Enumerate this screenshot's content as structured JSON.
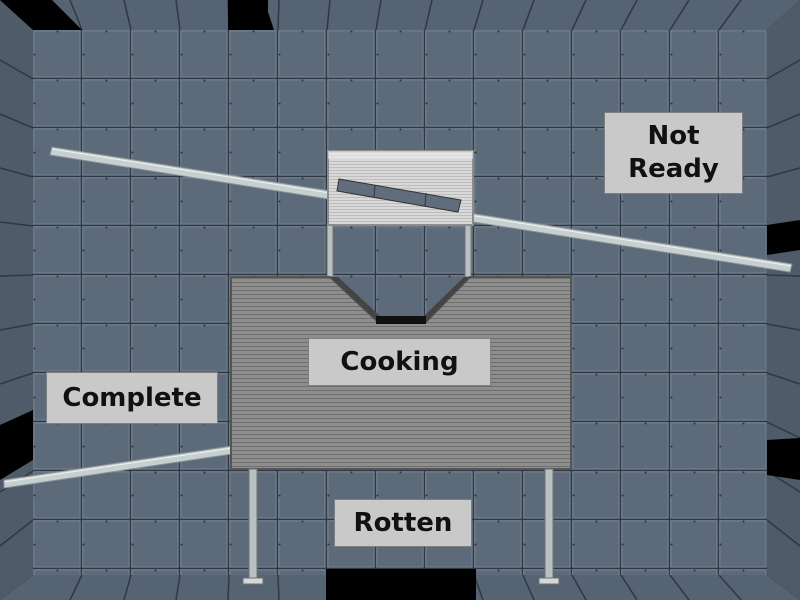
{
  "scene": {
    "title": "",
    "colors": {
      "tile": "#5f6d7c",
      "tile_edge": "#3c4753",
      "tile_highlight": "#7b8896",
      "wall_dark": "#4a5563",
      "metal_panel": "#8a8a8a",
      "metal_light": "#d6d6d6",
      "rail": "#c7d0d0",
      "label_bg": "#c9c9c9",
      "void": "#000000"
    }
  },
  "labels": {
    "not_ready": "Not\nReady",
    "cooking": "Cooking",
    "complete": "Complete",
    "rotten": "Rotten"
  },
  "objects": {
    "mixer_icon": "mixer-box-icon",
    "funnel_icon": "funnel-machine-icon",
    "rail_icon": "metal-rail-icon"
  }
}
